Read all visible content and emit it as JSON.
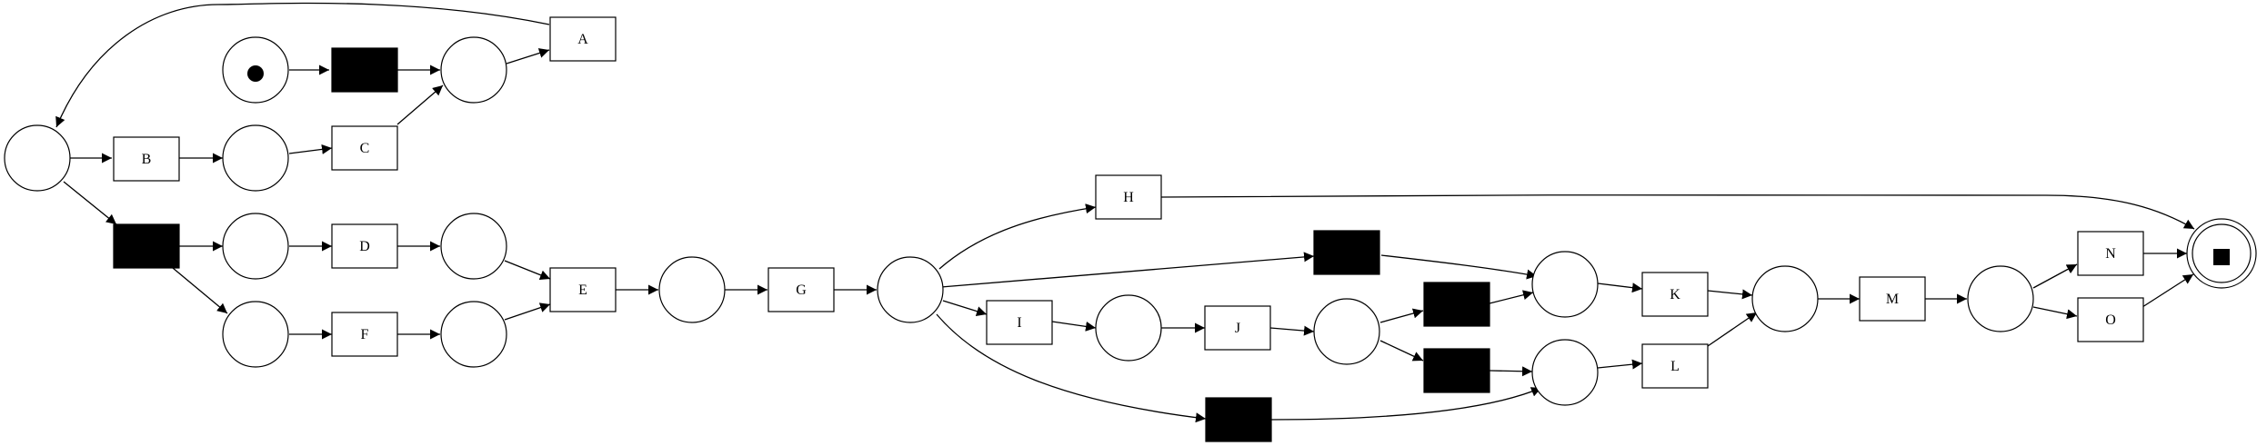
{
  "diagram": {
    "type": "petri-net",
    "transitions": [
      {
        "id": "t-a",
        "label": "A"
      },
      {
        "id": "t-b",
        "label": "B"
      },
      {
        "id": "t-c",
        "label": "C"
      },
      {
        "id": "t-d",
        "label": "D"
      },
      {
        "id": "t-e",
        "label": "E"
      },
      {
        "id": "t-f",
        "label": "F"
      },
      {
        "id": "t-g",
        "label": "G"
      },
      {
        "id": "t-h",
        "label": "H"
      },
      {
        "id": "t-i",
        "label": "I"
      },
      {
        "id": "t-j",
        "label": "J"
      },
      {
        "id": "t-k",
        "label": "K"
      },
      {
        "id": "t-l",
        "label": "L"
      },
      {
        "id": "t-m",
        "label": "M"
      },
      {
        "id": "t-n",
        "label": "N"
      },
      {
        "id": "t-o",
        "label": "O"
      }
    ],
    "silent_transitions": 6,
    "places": 17,
    "initial_marking": "source place holds one token",
    "final_marking": "sink place (double circle with square)"
  }
}
